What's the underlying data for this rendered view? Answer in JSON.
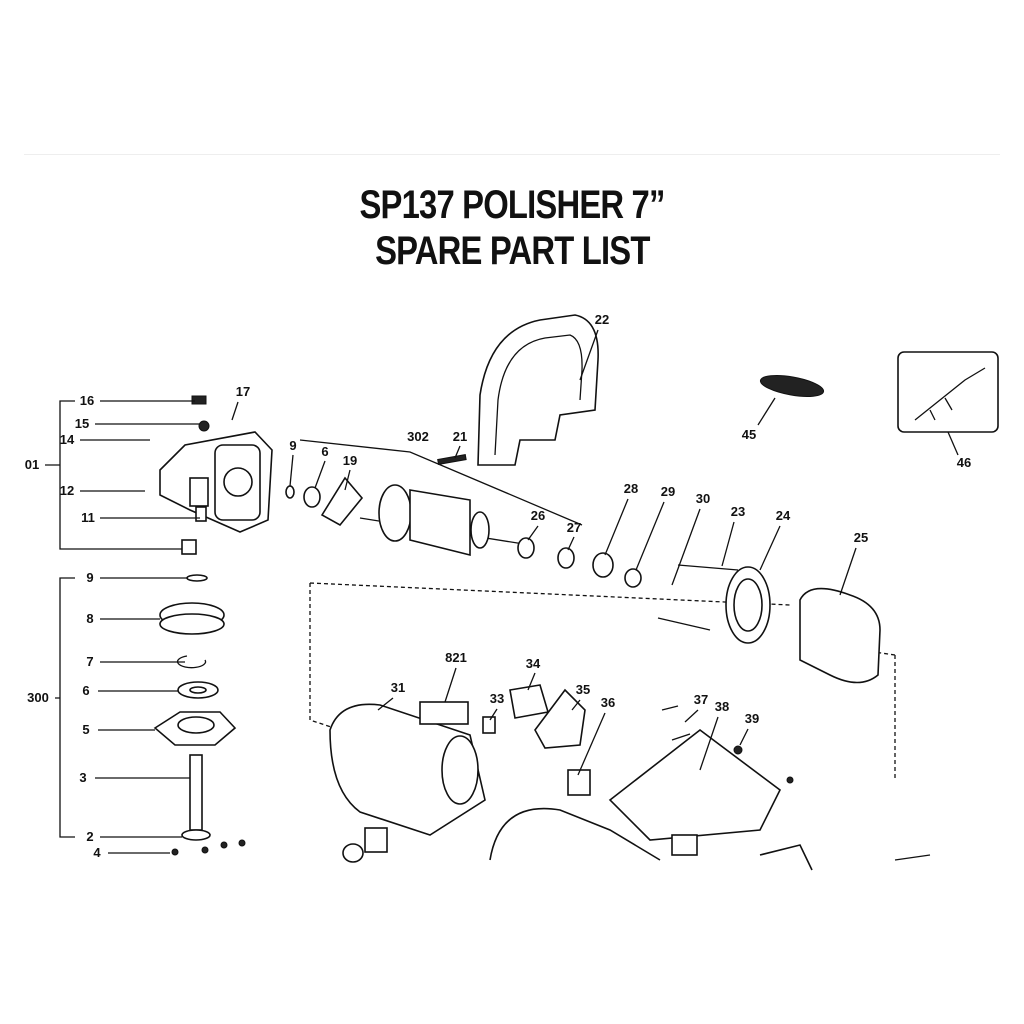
{
  "title": {
    "line1": "SP137 POLISHER 7”",
    "line2": "SPARE PART LIST"
  },
  "callouts": [
    "16",
    "17",
    "15",
    "14",
    "01",
    "12",
    "11",
    "9",
    "8",
    "7",
    "6",
    "300",
    "5",
    "3",
    "2",
    "4",
    "302",
    "9",
    "6",
    "19",
    "21",
    "22",
    "26",
    "27",
    "28",
    "29",
    "30",
    "23",
    "24",
    "25",
    "45",
    "46",
    "821",
    "34",
    "31",
    "33",
    "35",
    "36",
    "37",
    "38",
    "39"
  ],
  "colors": {
    "ink": "#111111",
    "background": "#ffffff",
    "divider": "#eeeeee"
  }
}
